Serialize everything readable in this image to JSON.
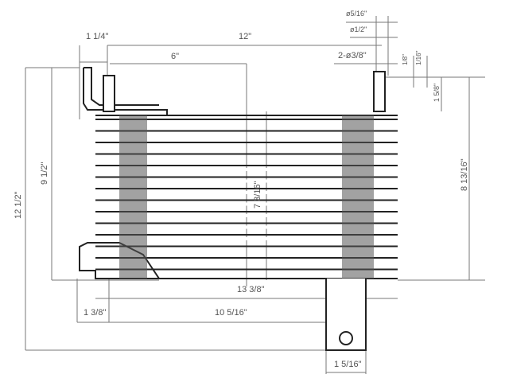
{
  "dimensions": {
    "port_dia_outer": "ø5/16\"",
    "port_dia_inner": "ø1/2\"",
    "port_dia_count": "2-ø3/8\"",
    "offset_a": "1/8\"",
    "offset_b": "1/16\"",
    "port_height": "1 5/8\"",
    "bracket_offset": "1 1/4\"",
    "overall_width": "12\"",
    "half_width": "6\"",
    "core_height_right": "8 13/16\"",
    "core_height_left": "9 1/2\"",
    "overall_height": "12 1/2\"",
    "fin_height": "7 3/16\"",
    "core_width": "13 3/8\"",
    "left_offset": "1 3/8\"",
    "bracket_span": "10 5/16\"",
    "foot_width": "1 5/16\""
  },
  "colors": {
    "line": "#222222",
    "dim": "#777777"
  }
}
